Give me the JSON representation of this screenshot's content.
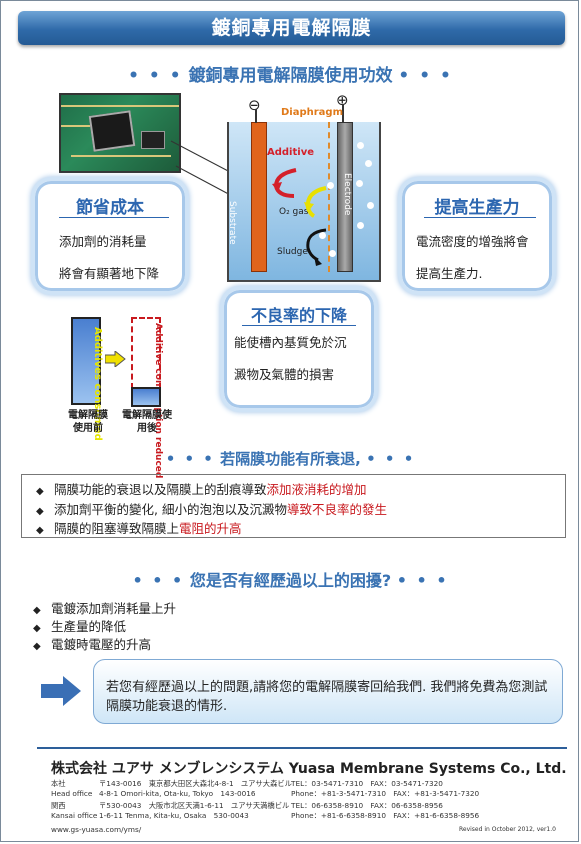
{
  "title": "鍍銅專用電解隔膜",
  "section1": {
    "dots_left": "• • •",
    "title": "鍍銅專用電解隔膜使用功效",
    "dots_right": "• • •"
  },
  "diagram": {
    "minus": "⊖",
    "plus": "⊕",
    "diaphragm": "Diaphragm",
    "additive": "Additive",
    "o2": "O₂ gas",
    "sludge": "Sludge",
    "substrate": "Substrate",
    "electrode": "Electrode"
  },
  "cost": {
    "title": "節省成本",
    "line1": "添加劑的消耗量",
    "line2": "將會有顯著地下降"
  },
  "productivity": {
    "title": "提高生產力",
    "line1": "電流密度的增強將會",
    "line2": "提高生產力."
  },
  "defect": {
    "title": "不良率的下降",
    "line1": "能使槽內基質免於沉",
    "line2": "澱物及氣體的損害"
  },
  "bars": {
    "left_bar_text": "Additives consumed",
    "right_bar_text": "Additive consumption reduced",
    "left_caption_1": "電解隔膜",
    "left_caption_2": "使用前",
    "right_caption_1": "電解隔膜使",
    "right_caption_2": "用後"
  },
  "section2": {
    "dots_left": "• • •",
    "title": "若隔膜功能有所衰退,",
    "dots_right": "• • •"
  },
  "degrade_items": [
    {
      "a": "隔膜功能的衰退以及隔膜上的刮痕導致",
      "b": "添加液消耗的增加"
    },
    {
      "a": "添加劑平衡的變化, 細小的泡泡以及沉澱物",
      "b": "導致不良率的發生"
    },
    {
      "a": "隔膜的阻塞導致隔膜上",
      "b": "電阻的升高"
    }
  ],
  "section3": {
    "dots_left": "• • •",
    "title": "您是否有經歷過以上的困擾?",
    "dots_right": "• • •"
  },
  "trouble_items": [
    "電鍍添加劑消耗量上升",
    "生產量的降低",
    "電鍍時電壓的升高"
  ],
  "cta": "若您有經歷過以上的問題,請將您的電解隔膜寄回給我們. 我們將免費為您測試隔膜功能衰退的情形.",
  "footer": {
    "company": "株式会社 ユアサ メンブレンシステム  Yuasa Membrane Systems Co., Ltd.",
    "hq_jp": "本社",
    "hq_en": "Head office",
    "hq_addr_jp": "〒143-0016　東京都大田区大森北4-8-1　ユアサ大森ビル",
    "hq_addr_en": "4-8-1 Omori-kita, Ota-ku, Tokyo　143-0016",
    "hq_tel_jp": "TEL：03-5471-7310　FAX：03-5471-7320",
    "hq_tel_en": "Phone：+81-3-5471-7310　FAX：+81-3-5471-7320",
    "ks_jp": "関西",
    "ks_en": "Kansai office",
    "ks_addr_jp": "〒530-0043　大阪市北区天満1-6-11　ユアサ天満橋ビル",
    "ks_addr_en": "1-6-11 Tenma, Kita-ku, Osaka　530-0043",
    "ks_tel_jp": "TEL：06-6358-8910　FAX：06-6358-8956",
    "ks_tel_en": "Phone：+81-6-6358-8910　FAX：+81-6-6358-8956",
    "url": "www.gs-yuasa.com/yms/",
    "revised": "Revised  in October 2012, ver1.0"
  },
  "colors": {
    "accent": "#2c66b0",
    "red": "#c8191e",
    "banner": "#2f6aa9"
  }
}
